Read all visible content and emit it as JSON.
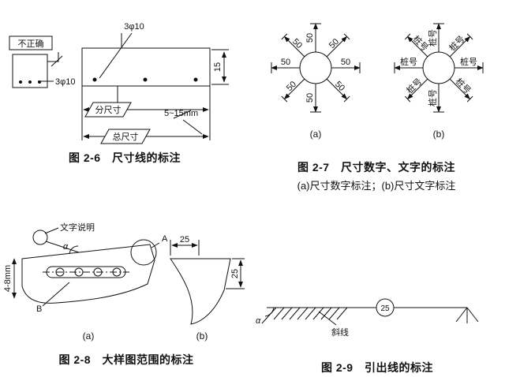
{
  "fig26": {
    "caption": "图 2-6　尺寸线的标注",
    "incorrect": "不正确",
    "rebar_left": "3φ10",
    "rebar_top": "3φ10",
    "dim_15": "15",
    "sub_dim": "分尺寸",
    "spacing": "5~15mm",
    "total_dim": "总尺寸"
  },
  "fig27": {
    "caption": "图 2-7　尺寸数字、文字的标注",
    "subcaption": "(a)尺寸数字标注；(b)尺寸文字标注",
    "num": "50",
    "txt": "桩号",
    "a": "(a)",
    "b": "(b)"
  },
  "fig28": {
    "caption": "图 2-8　大样图范围的标注",
    "note": "文字说明",
    "alpha": "α",
    "range": "4-8mm",
    "A": "A",
    "B": "B",
    "dim_h": "25",
    "dim_v": "25",
    "a": "(a)",
    "b": "(b)"
  },
  "fig29": {
    "caption": "图 2-9　引出线的标注",
    "alpha": "α",
    "num": "25",
    "slant": "斜线"
  }
}
